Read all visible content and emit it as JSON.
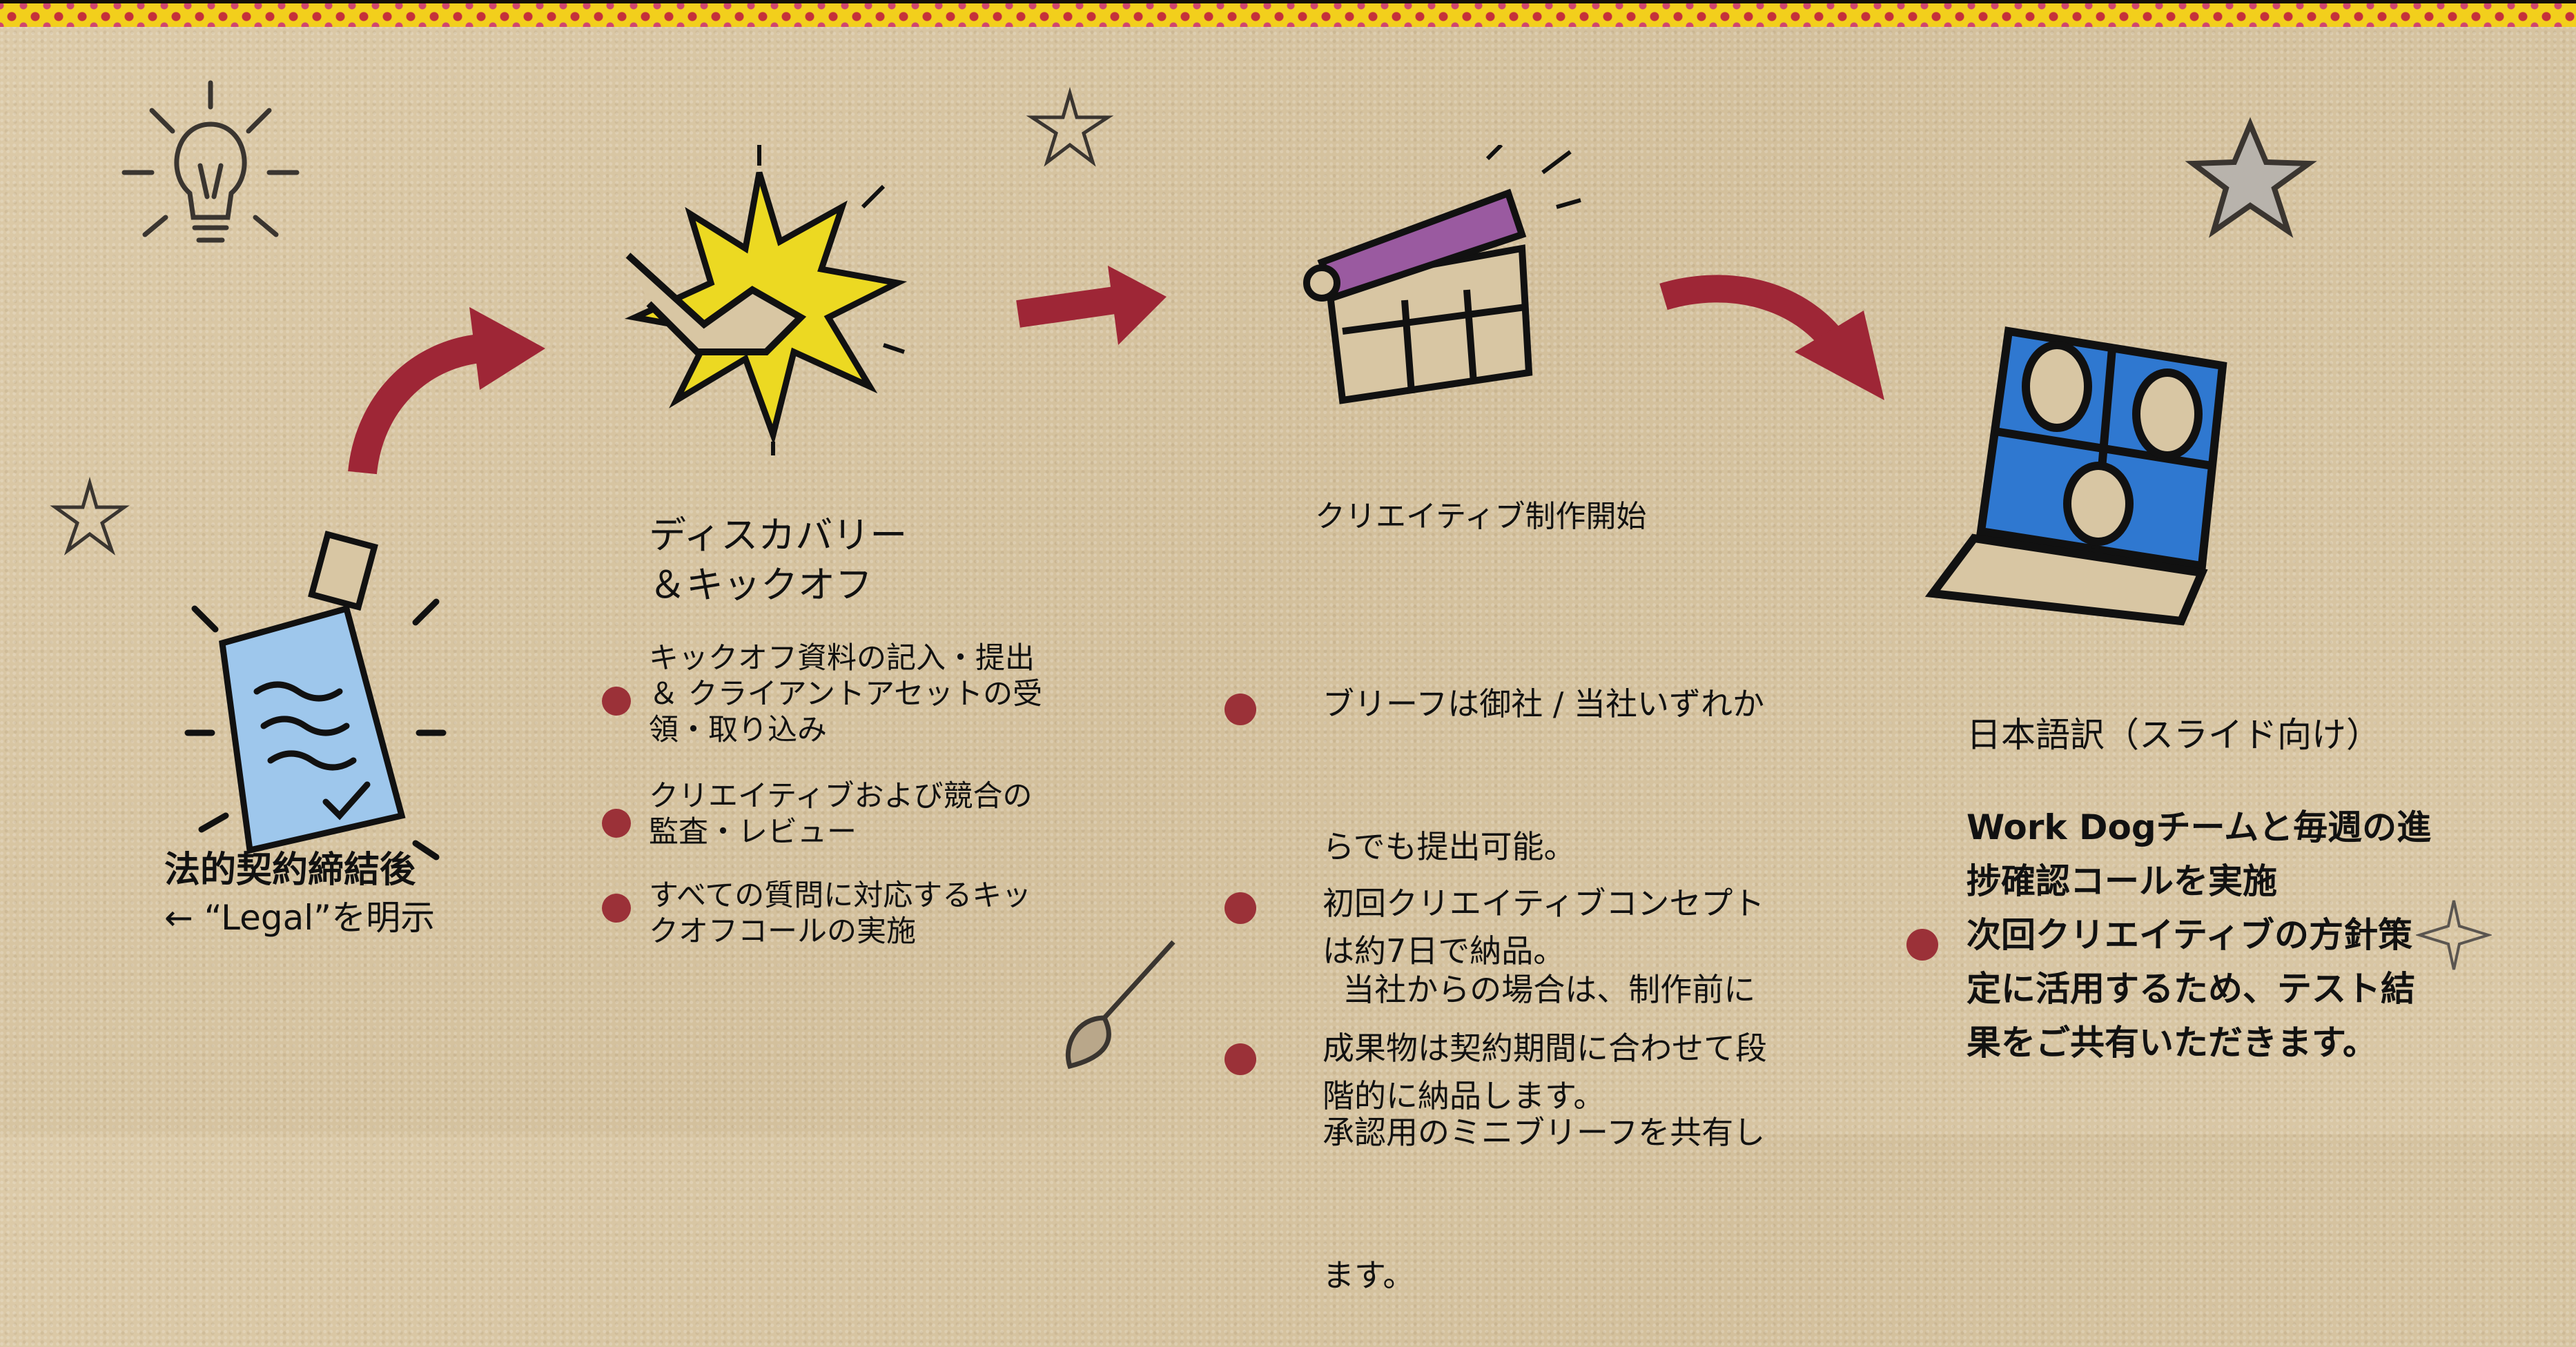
{
  "colors": {
    "bullet": "#9b3138",
    "arrow": "#9e2636",
    "background": "#d8c6a3",
    "band_yellow": "#f2cf1c"
  },
  "steps": [
    {
      "title_lines": [
        "法的契約締結後"
      ],
      "subtitle": "← “Legal”を明示",
      "icon": "contract-document-icon"
    },
    {
      "title_lines": [
        "ディスカバリー",
        "＆キックオフ"
      ],
      "icon": "handshake-burst-icon",
      "bullets": [
        {
          "lines": [
            "キックオフ資料の記入・提出",
            "＆ クライアントアセットの受",
            "領・取り込み"
          ]
        },
        {
          "lines": [
            "クリエイティブおよび競合の",
            "監査・レビュー"
          ]
        },
        {
          "lines": [
            "すべての質問に対応するキッ",
            "クオフコールの実施"
          ]
        }
      ]
    },
    {
      "title_lines": [
        "クリエイティブ制作開始"
      ],
      "icon": "clapperboard-icon",
      "bullets": [
        {
          "lines": [
            "ブリーフは御社 / 当社いずれか",
            "らでも提出可能。",
            "  当社からの場合は、制作前に",
            "承認用のミニブリーフを共有し",
            "ます。"
          ]
        },
        {
          "lines": [
            "初回クリエイティブコンセプト",
            "は約7日で納品。"
          ]
        },
        {
          "lines": [
            "成果物は契約期間に合わせて段",
            "階的に納品します。"
          ]
        }
      ]
    },
    {
      "title_lines": [
        "日本語訳（スライド向け）"
      ],
      "icon": "laptop-video-call-icon",
      "body_lines": [
        "Work Dogチームと毎週の進",
        "捗確認コールを実施",
        "次回クリエイティブの方針策",
        "定に活用するため、テスト結",
        "果をご共有いただきます。"
      ]
    }
  ]
}
